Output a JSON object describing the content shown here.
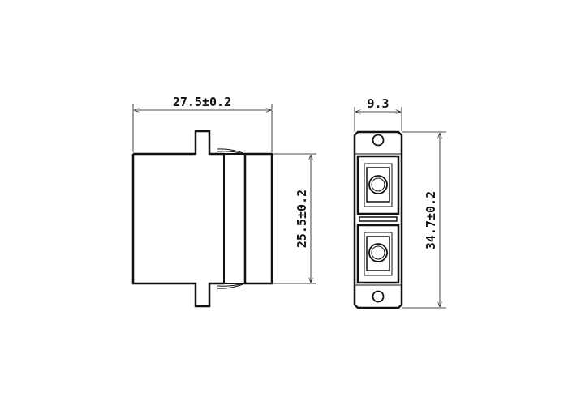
{
  "side_view": {
    "width_dim": "27.5±0.2",
    "height_dim": "25.5±0.2"
  },
  "front_view": {
    "width_dim": "9.3",
    "height_dim": "34.7±0.2"
  },
  "colors": {
    "line": "#111111",
    "background": "#ffffff"
  }
}
